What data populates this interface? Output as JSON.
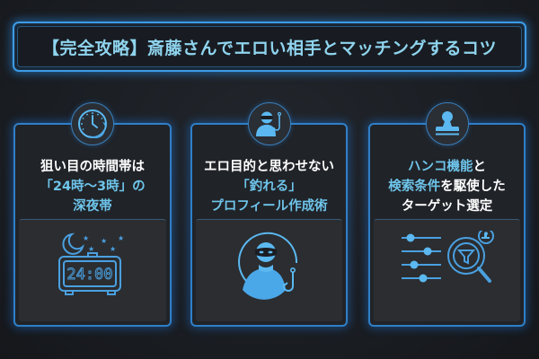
{
  "title": "【完全攻略】斎藤さんでエロい相手とマッチングするコツ",
  "colors": {
    "accent": "#3d9be6",
    "title_text": "#8fd4ee",
    "highlight_text": "#6ec4ea",
    "background": "#1a1d22",
    "card_bg": "#202328",
    "panel_bg": "#2b2d31"
  },
  "cards": [
    {
      "badge_icon": "clock-moon-icon",
      "lines": [
        {
          "segments": [
            {
              "text": "狙い目の時間帯は",
              "color": "white"
            }
          ]
        },
        {
          "segments": [
            {
              "text": "「24時〜3時」",
              "color": "blue"
            },
            {
              "text": "の",
              "color": "blue"
            }
          ]
        },
        {
          "segments": [
            {
              "text": "深夜帯",
              "color": "blue"
            }
          ]
        }
      ],
      "illustration": "alarm-clock-night-icon",
      "clock_display": "24:00"
    },
    {
      "badge_icon": "masked-person-hook-icon",
      "lines": [
        {
          "segments": [
            {
              "text": "エロ目的と思わせない",
              "color": "white"
            }
          ]
        },
        {
          "segments": [
            {
              "text": "「釣れる」",
              "color": "blue"
            }
          ]
        },
        {
          "segments": [
            {
              "text": "プロフィール作成術",
              "color": "blue"
            }
          ]
        }
      ],
      "illustration": "masked-person-fishing-hook-icon"
    },
    {
      "badge_icon": "stamp-icon",
      "lines": [
        {
          "segments": [
            {
              "text": "ハンコ機能",
              "color": "blue"
            },
            {
              "text": "と",
              "color": "white"
            }
          ]
        },
        {
          "segments": [
            {
              "text": "検索条件",
              "color": "blue"
            },
            {
              "text": "を駆使した",
              "color": "white"
            }
          ]
        },
        {
          "segments": [
            {
              "text": "ターゲット選定",
              "color": "white"
            }
          ]
        }
      ],
      "illustration": "filter-sliders-search-icon"
    }
  ],
  "c0l0": "狙い目の時間帯は",
  "c0l1a": "「24時〜3時」",
  "c0l1b": "の",
  "c0l2": "深夜帯",
  "c1l0": "エロ目的と思わせない",
  "c1l1": "「釣れる」",
  "c1l2": "プロフィール作成術",
  "c2l0a": "ハンコ機能",
  "c2l0b": "と",
  "c2l1a": "検索条件",
  "c2l1b": "を駆使した",
  "c2l2": "ターゲット選定"
}
